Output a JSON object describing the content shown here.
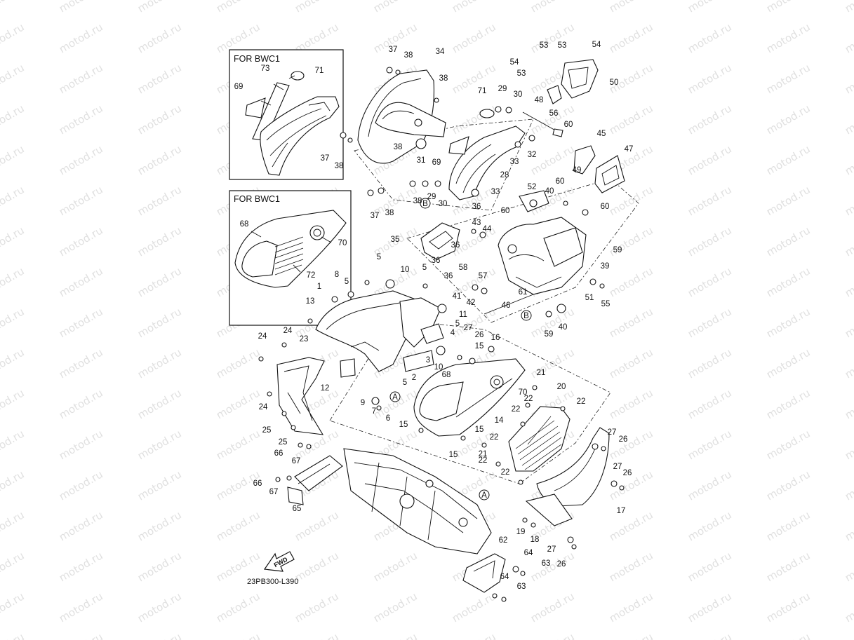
{
  "watermark": {
    "text": "motod.ru"
  },
  "insets": [
    {
      "title": "FOR BWC1",
      "callouts": [
        "73",
        "71",
        "69"
      ]
    },
    {
      "title": "FOR BWC1",
      "callouts": [
        "68",
        "70",
        "72"
      ]
    }
  ],
  "diagram_code": "23PB300-L390",
  "fwd_label": "FWD",
  "ref_markers": [
    "A",
    "B"
  ],
  "callouts": [
    "1",
    "2",
    "3",
    "4",
    "5",
    "6",
    "7",
    "8",
    "9",
    "10",
    "11",
    "12",
    "13",
    "14",
    "15",
    "16",
    "17",
    "18",
    "19",
    "20",
    "21",
    "22",
    "23",
    "24",
    "25",
    "26",
    "27",
    "28",
    "29",
    "30",
    "31",
    "32",
    "33",
    "34",
    "35",
    "36",
    "37",
    "38",
    "39",
    "40",
    "41",
    "42",
    "43",
    "44",
    "45",
    "46",
    "47",
    "48",
    "49",
    "50",
    "51",
    "52",
    "53",
    "54",
    "55",
    "56",
    "57",
    "58",
    "59",
    "60",
    "61",
    "62",
    "63",
    "64",
    "65",
    "66",
    "67",
    "68",
    "69",
    "70",
    "71",
    "72",
    "73"
  ]
}
